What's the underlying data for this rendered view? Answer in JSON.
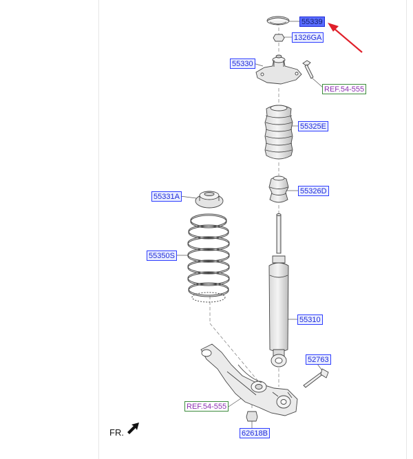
{
  "diagram": {
    "parts": [
      {
        "key": "p55339",
        "label": "55339",
        "highlighted": true
      },
      {
        "key": "p1326ga",
        "label": "1326GA"
      },
      {
        "key": "p55330",
        "label": "55330"
      },
      {
        "key": "ref_top",
        "label": "REF.54-555",
        "reference": true
      },
      {
        "key": "p55325e",
        "label": "55325E"
      },
      {
        "key": "p55326d",
        "label": "55326D"
      },
      {
        "key": "p55331a",
        "label": "55331A"
      },
      {
        "key": "p55350s",
        "label": "55350S"
      },
      {
        "key": "p55310",
        "label": "55310"
      },
      {
        "key": "p52763",
        "label": "52763"
      },
      {
        "key": "ref_bottom",
        "label": "REF.54-555",
        "reference": true
      },
      {
        "key": "p62618b",
        "label": "62618B"
      }
    ],
    "front_indicator": "FR.",
    "colors": {
      "label_border": "#2d3cff",
      "label_text": "#1f2bd8",
      "highlight_fill": "#5a6dff",
      "reference_text": "#8b2fb0",
      "reference_border": "#3a8a3a",
      "pointer_arrow": "#e0202a"
    }
  }
}
